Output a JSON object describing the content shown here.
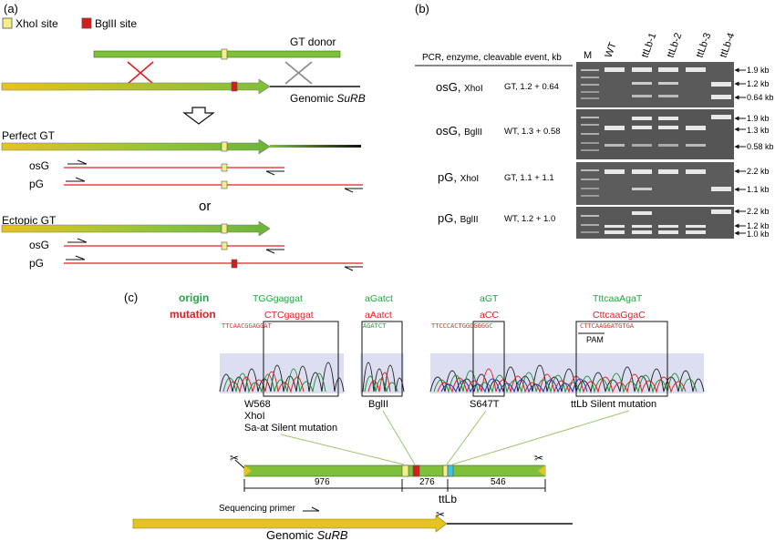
{
  "panel_a": {
    "label": "(a)",
    "legend": {
      "xhoi": "XhoI site",
      "bglii": "BglII site"
    },
    "gt_donor": "GT donor",
    "genomic_label": "Genomic ",
    "genomic_gene": "SuRB",
    "perfect_gt": "Perfect GT",
    "or": "or",
    "ectopic_gt": "Ectopic GT",
    "osg": "osG",
    "pg": "pG",
    "colors": {
      "xhoi": "#f3ef8a",
      "bglii": "#d71c1c",
      "green": "#7fbf3a",
      "red_line": "#e02020"
    }
  },
  "panel_b": {
    "label": "(b)",
    "header": "PCR, enzyme, cleavable event, kb",
    "lanes": [
      "M",
      "WT",
      "ttLb-1",
      "ttLb-2",
      "ttLb-3",
      "ttLb-4"
    ],
    "rows": [
      {
        "name": "osG, ",
        "enzyme": "XhoI",
        "event": "GT, 1.2 + 0.64",
        "sizes": [
          "1.9 kb",
          "1.2 kb",
          "0.64 kb"
        ]
      },
      {
        "name": "osG, ",
        "enzyme": "BglII",
        "event": "WT, 1.3 + 0.58",
        "sizes": [
          "1.9 kb",
          "1.3 kb",
          "0.58 kb"
        ]
      },
      {
        "name": "pG, ",
        "enzyme": "XhoI",
        "event": "GT, 1.1 + 1.1",
        "sizes": [
          "2.2 kb",
          "1.1 kb"
        ]
      },
      {
        "name": "pG, ",
        "enzyme": "BglII",
        "event": "WT, 1.2 + 1.0",
        "sizes": [
          "2.2 kb",
          "1.2 kb",
          "1.0 kb"
        ]
      }
    ]
  },
  "panel_c": {
    "label": "(c)",
    "origin": "origin",
    "mutation": "mutation",
    "sites": [
      {
        "origin": "TGGgaggat",
        "mutation": "CTCgaggat",
        "seq": "TTCAACGGAGGAT",
        "label1": "W568",
        "label2": "XhoI",
        "label3": "Sa-at Silent mutation"
      },
      {
        "origin": "aGatct",
        "mutation": "aAatct",
        "seq": "AGATCT",
        "label1": "BglII"
      },
      {
        "origin": "aGT",
        "mutation": "aCC",
        "seq": "TTCCCACTGGCGGGGC",
        "label1": "S647T"
      },
      {
        "origin": "TttcaaAgaT",
        "mutation": "CttcaaGgaC",
        "seq": "CTTCAAGGATGTGA",
        "label1": "ttLb Silent mutation",
        "pam": "PAM"
      }
    ],
    "segments": [
      "976",
      "276",
      "546"
    ],
    "ttlb": "ttLb",
    "seq_primer": "Sequencing primer",
    "genomic_label": "Genomic ",
    "genomic_gene": "SuRB",
    "colors": {
      "origin": "#22a845",
      "mutation": "#e02020"
    }
  }
}
